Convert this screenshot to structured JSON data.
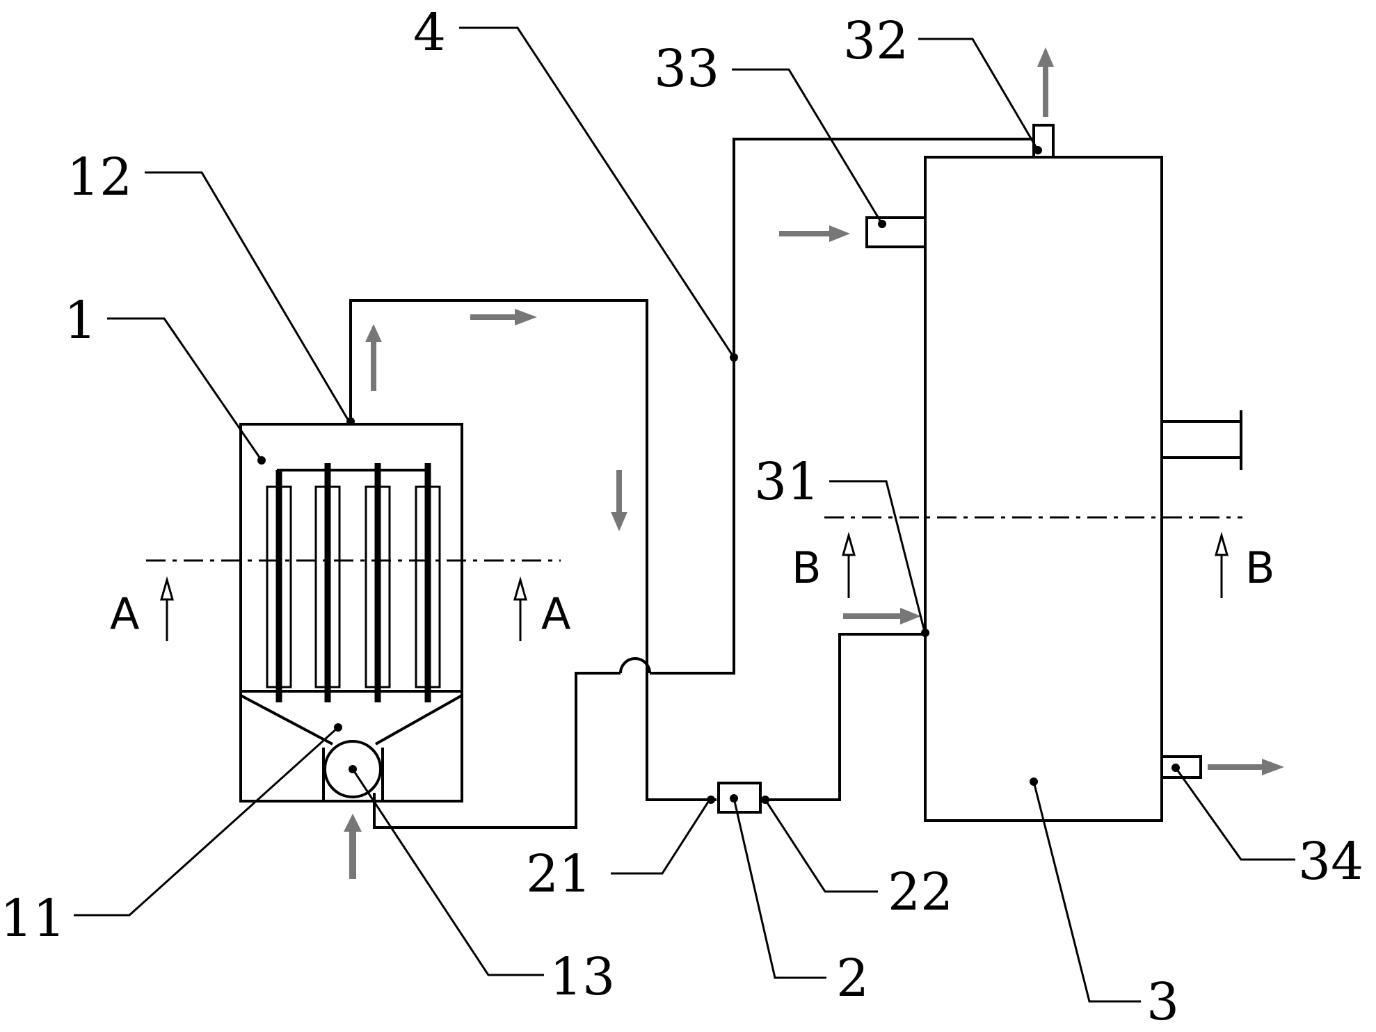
{
  "labels": {
    "l1": "1",
    "l11": "11",
    "l12": "12",
    "l13": "13",
    "l2": "2",
    "l21": "21",
    "l22": "22",
    "l3": "3",
    "l31": "31",
    "l32": "32",
    "l33": "33",
    "l34": "34",
    "l4": "4"
  },
  "sections": {
    "a_left": "A",
    "a_right": "A",
    "b_left": "B",
    "b_right": "B"
  },
  "colors": {
    "line": "#000000",
    "flow_arrow": "#777777",
    "background": "#ffffff"
  }
}
